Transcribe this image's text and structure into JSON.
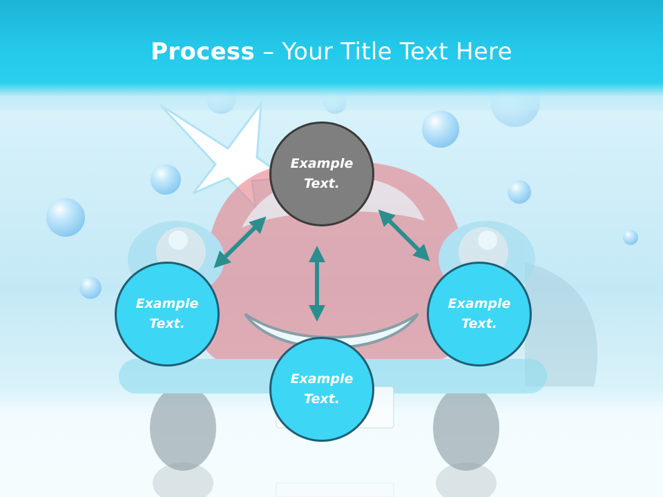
{
  "slide": {
    "title_bold": "Process",
    "title_rest": " – Your Title Text Here",
    "title_color": "#ffffff",
    "band_color": "#23c6e8"
  },
  "nodes": [
    {
      "line1": "Example",
      "line2": "Text.",
      "color": "#7f7f7f"
    },
    {
      "line1": "Example",
      "line2": "Text.",
      "color": "#3dd6f5"
    },
    {
      "line1": "Example",
      "line2": "Text.",
      "color": "#3dd6f5"
    },
    {
      "line1": "Example",
      "line2": "Text.",
      "color": "#3dd6f5"
    }
  ],
  "arrow_color": "#2a8e8e",
  "background_image": "cartoon-car-with-bubbles"
}
